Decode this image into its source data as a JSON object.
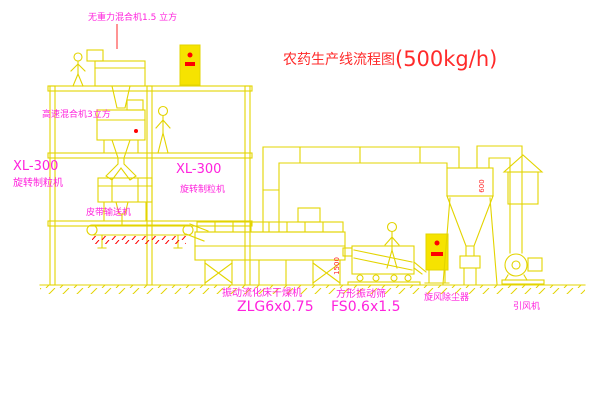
{
  "title": {
    "text": "农药生产线流程图",
    "capacity": "(500kg/h)"
  },
  "colors": {
    "line": "#e3d400",
    "label": "#ff22dd",
    "title": "#ff2a2a",
    "red": "#ff0000",
    "cab": "#f6e300"
  },
  "labels": {
    "top_mixer": "无重力混合机1.5 立方",
    "high_speed_mixer": "高速混合机3立方",
    "granulator_left_model": "XL-300",
    "granulator_left_name": "旋转制粒机",
    "granulator_mid_model": "XL-300",
    "granulator_mid_name": "旋转制粒机",
    "belt_conveyor": "皮带输送机",
    "dryer_name": "振动流化床干燥机",
    "dryer_model": "ZLG6x0.75",
    "screen_name": "方形振动筛",
    "screen_model": "FS0.6x1.5",
    "cyclone": "旋风除尘器",
    "fan": "引风机",
    "dim_screen": "1500",
    "dim_cyclone": "600"
  }
}
